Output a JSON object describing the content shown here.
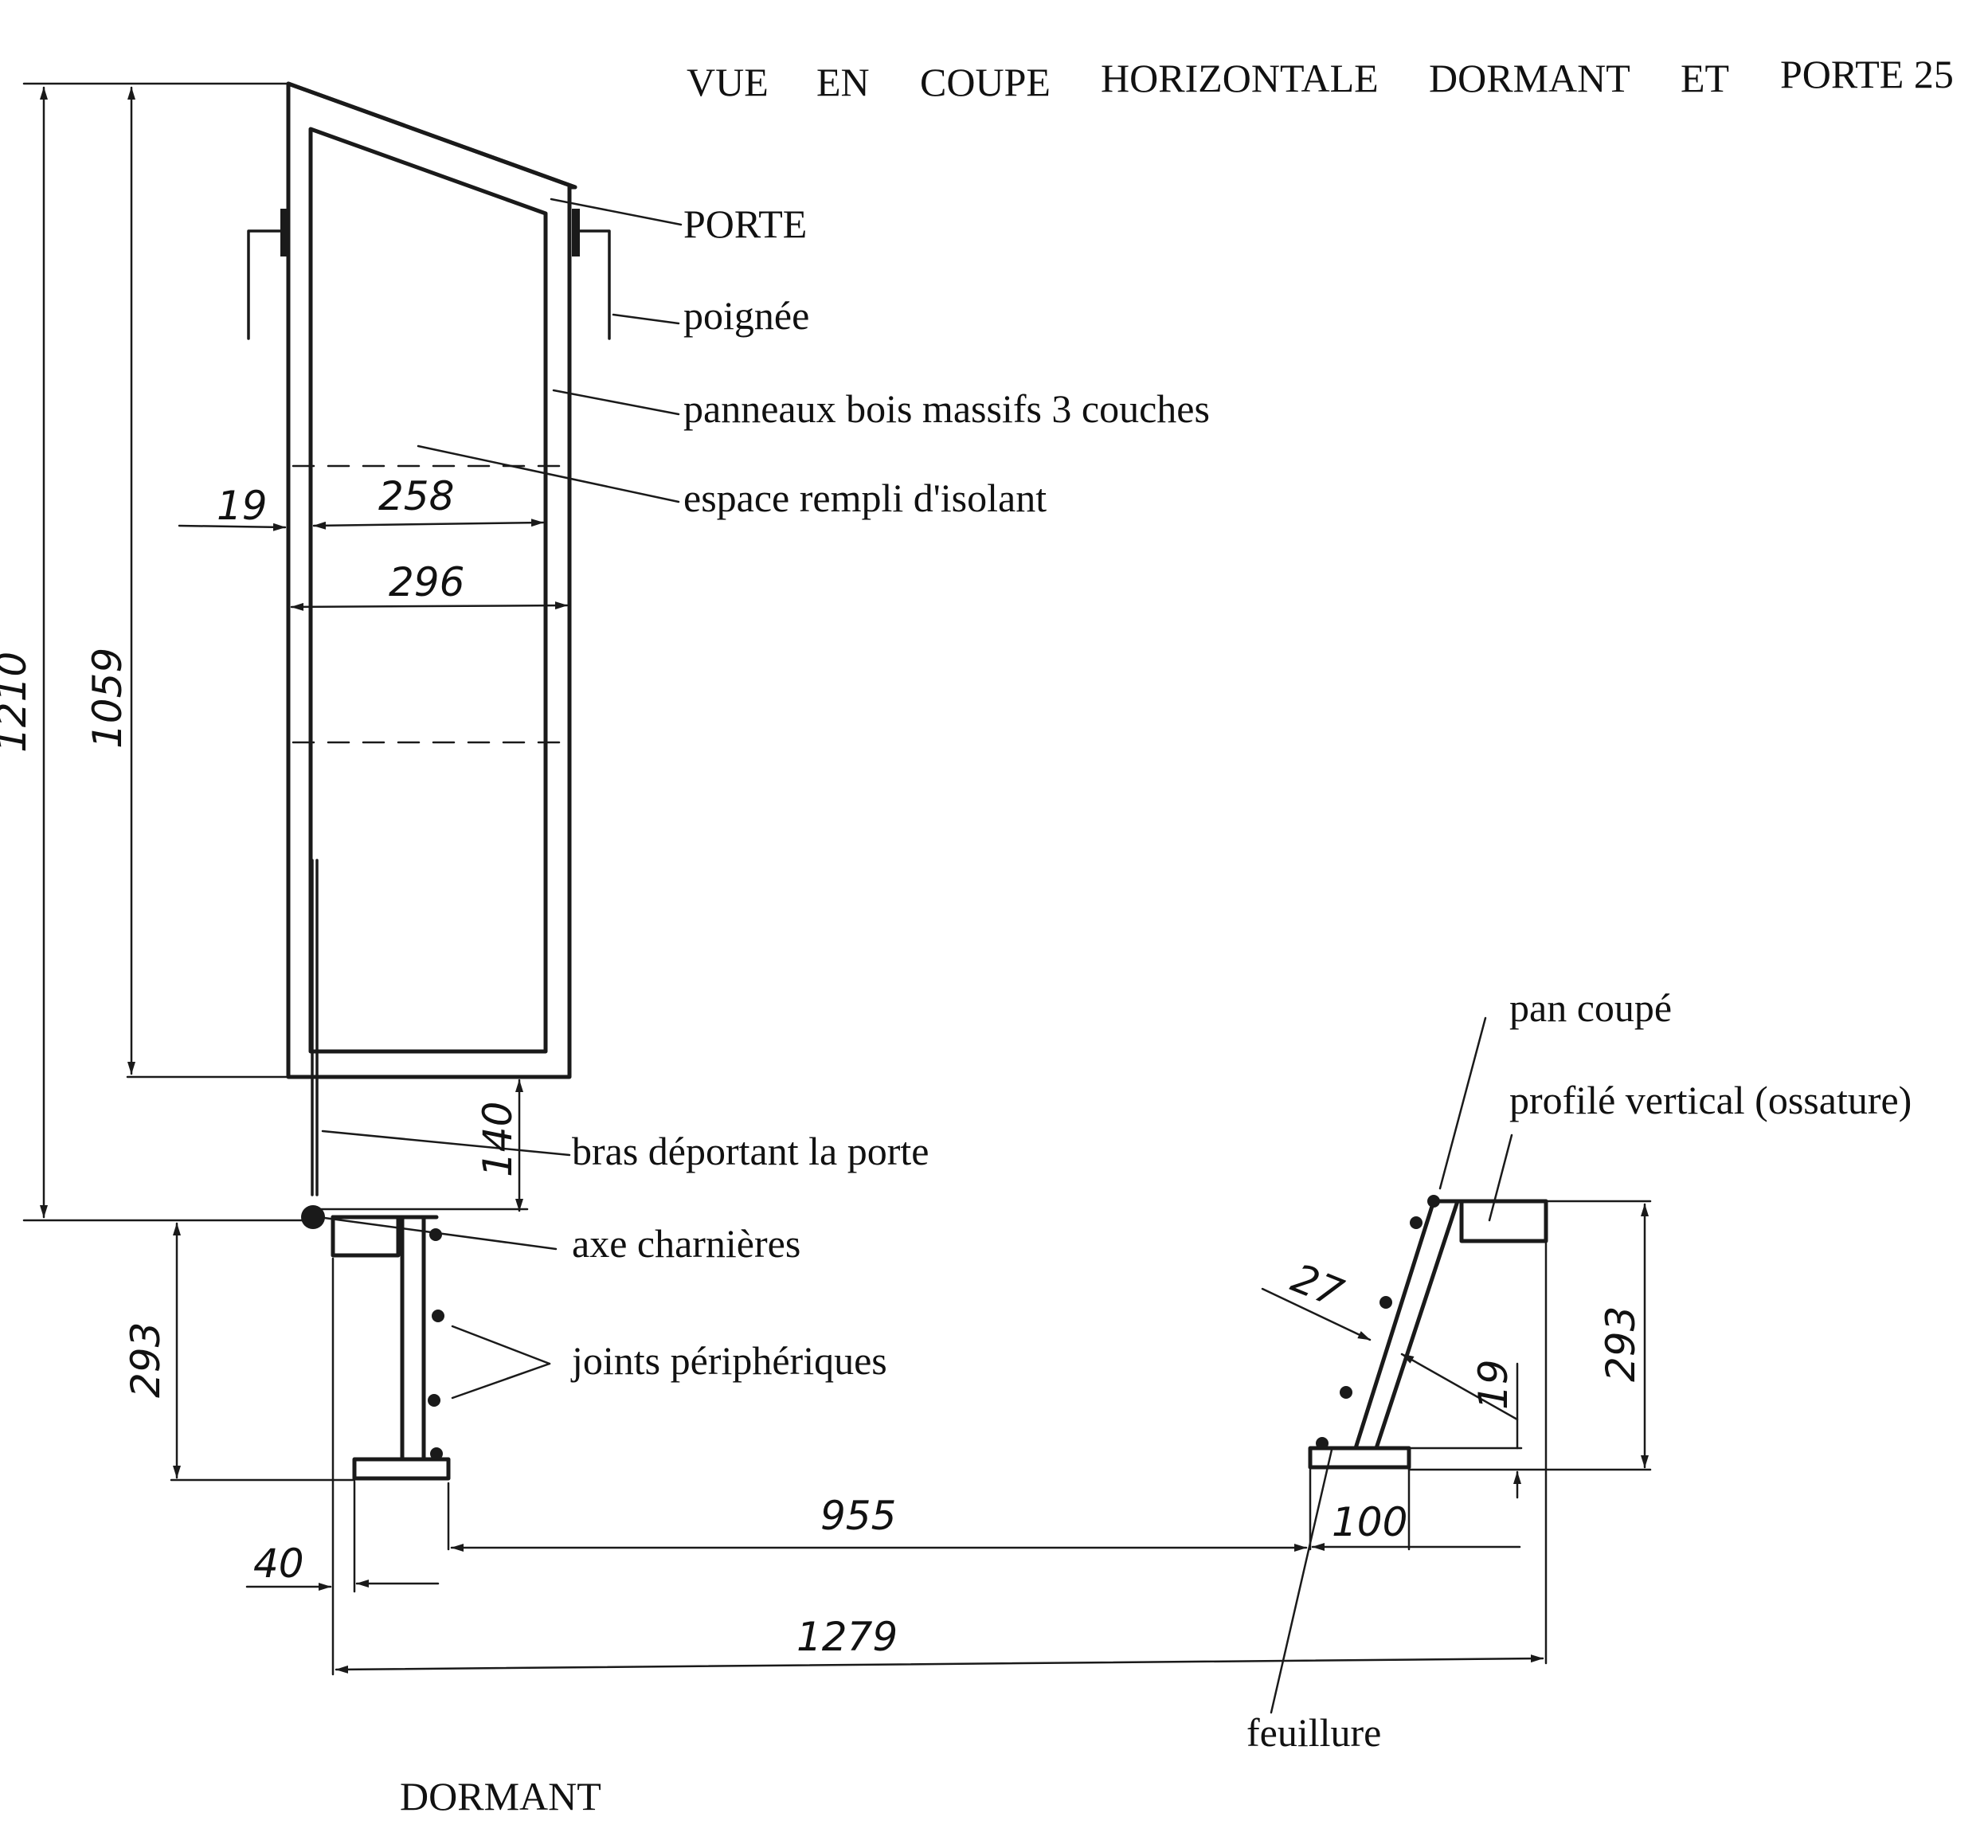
{
  "title_words": [
    "VUE",
    "EN",
    "COUPE",
    "HORIZONTALE",
    "DORMANT",
    "ET",
    "PORTE 25"
  ],
  "labels": {
    "porte": "PORTE",
    "poignee": "poignée",
    "panneaux": "panneaux bois massifs 3 couches",
    "espace": "espace rempli d'isolant",
    "bras": "bras déportant la porte",
    "axe": "axe charnières",
    "joints": "joints périphériques",
    "pan_coupe": "pan coupé",
    "profile": "profilé vertical (ossature)",
    "feuillure": "feuillure",
    "dormant": "DORMANT"
  },
  "dimensions": {
    "d1210": "1210",
    "d1059": "1059",
    "d19_left": "19",
    "d258": "258",
    "d296": "296",
    "d140": "140",
    "d293_left": "293",
    "d293_right": "293",
    "d27": "27",
    "d19_right": "19",
    "d955": "955",
    "d100": "100",
    "d40": "40",
    "d1279": "1279"
  },
  "colors": {
    "ink": "#1a1a1a",
    "paper": "#ffffff"
  }
}
